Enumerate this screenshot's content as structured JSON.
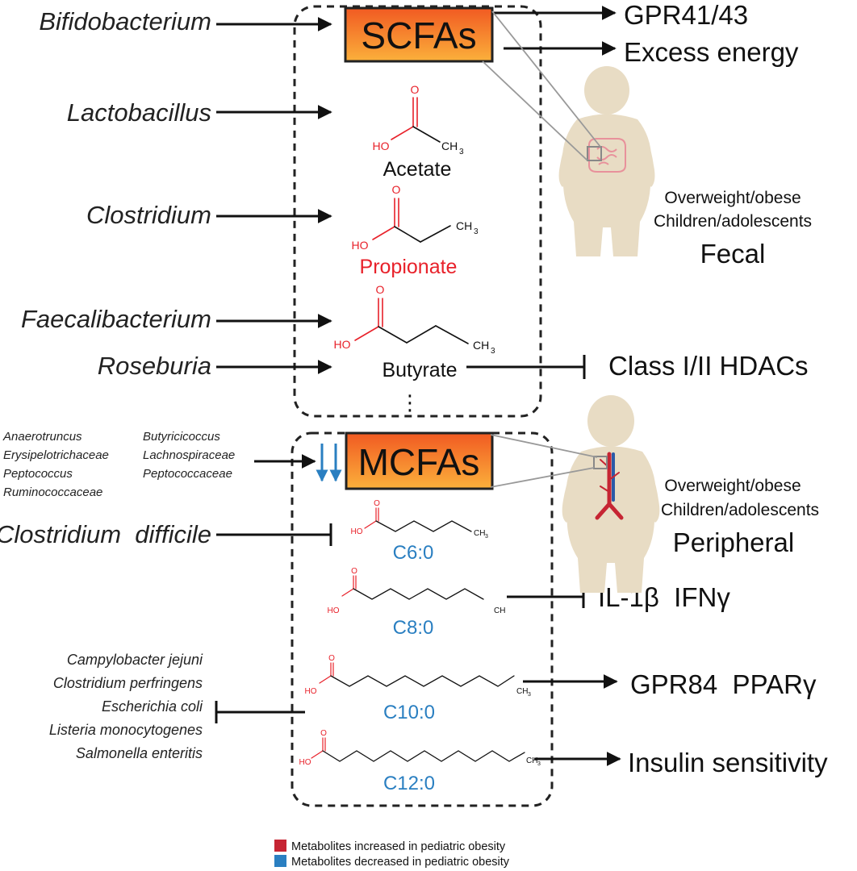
{
  "scfa": {
    "box_label": "SCFAs",
    "bacteria": [
      "Bifidobacterium",
      "Lactobacillus",
      "Clostridium",
      "Faecalibacterium",
      "Roseburia"
    ],
    "compounds": [
      "Acetate",
      "Propionate",
      "Butyrate"
    ],
    "ellipsis": "⋮",
    "targets": [
      "GPR41/43",
      "Excess energy",
      "Class I/II HDACs"
    ],
    "population": [
      "Overweight/obese",
      "Children/adolescents"
    ],
    "sample": "Fecal"
  },
  "mcfa": {
    "box_label": "MCFAs",
    "producers_col1": [
      "Anaerotruncus",
      "Erysipelotrichaceae",
      "Peptococcus",
      "Ruminococcaceae"
    ],
    "producers_col2": [
      "Butyricicoccus",
      "Lachnospiraceae",
      "Peptococcaceae"
    ],
    "inhibitor": "Clostridium  difficile",
    "compounds": [
      "C6:0",
      "C8:0",
      "C10:0",
      "C12:0"
    ],
    "pathogens": [
      "Campylobacter jejuni",
      "Clostridium perfringens",
      "Escherichia coli",
      "Listeria monocytogenes",
      "Salmonella enteritis"
    ],
    "targets": [
      "IL-1β  IFNγ",
      "GPR84  PPARγ",
      "Insulin sensitivity"
    ],
    "population": [
      "Overweight/obese",
      "Children/adolescents"
    ],
    "sample": "Peripheral"
  },
  "chem": {
    "ho": "HO",
    "o": "O",
    "ch3": "CH",
    "ch3_sub": "3",
    "ch": "CH"
  },
  "legend": [
    {
      "label": "Metabolites increased in pediatric obesity",
      "color": "#c62533"
    },
    {
      "label": "Metabolites decreased in pediatric obesity",
      "color": "#2a7fc1"
    }
  ],
  "colors": {
    "propionate": "#e8212a",
    "mcfa_label": "#2a7fc1",
    "oxygen": "#e8212a",
    "box_gradient_top": "#f15a22",
    "box_gradient_bottom": "#fbb03b",
    "silhouette": "#e8dcc4"
  }
}
